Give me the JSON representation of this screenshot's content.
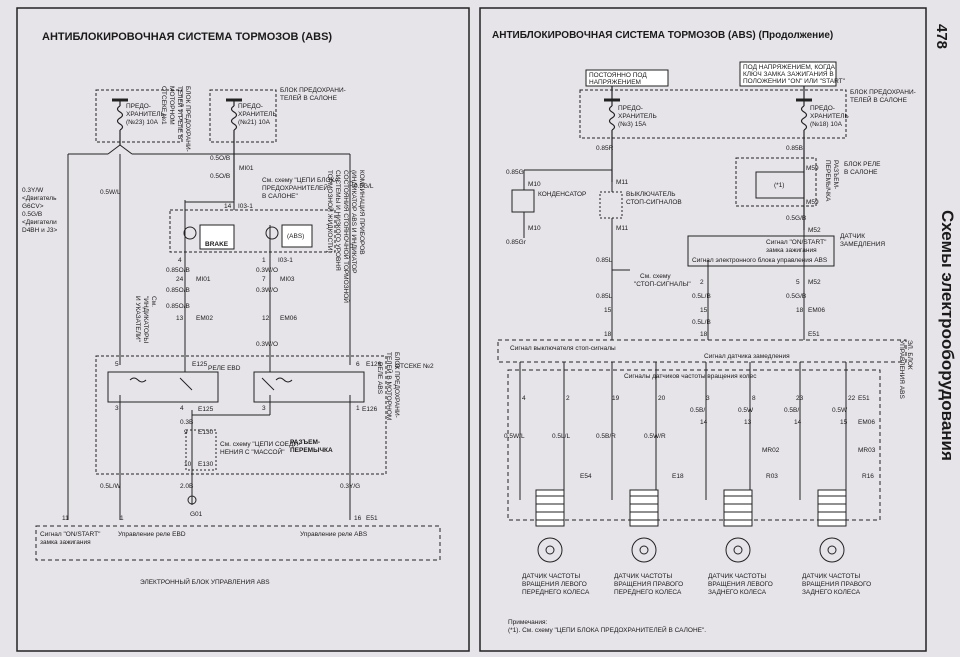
{
  "page_number": "478",
  "side_title": "Схемы электрооборудования",
  "left": {
    "title": "АНТИБЛОКИРОВОЧНАЯ СИСТЕМА ТОРМОЗОВ (ABS)",
    "fuse_box_engine": [
      "БЛОК ПРЕДОХРАНИ-",
      "ТЕЛЕЙ И РЕЛЕ В",
      "МОТОРНОМ",
      "ОТСЕКЕ №1"
    ],
    "fuse_box_cabin": [
      "БЛОК ПРЕДОХРАНИ-",
      "ТЕЛЕЙ В САЛОНЕ"
    ],
    "fuse23": [
      "ПРЕДО-",
      "ХРАНИТЕЛЬ",
      "(№23) 10А"
    ],
    "fuse21": [
      "ПРЕДО-",
      "ХРАНИТЕЛЬ",
      "(№21) 10А"
    ],
    "engine_note": [
      "0.3Y/W",
      "<Двигатель",
      "G6CV>",
      "0.5G/B",
      "<Двигатели",
      "D4BH и J3>"
    ],
    "wire_05WL": "0.5W/L",
    "wire_05GL": "0.5G/L",
    "wire_05OB_1": "0.5O/B",
    "wire_05OB_2": "0.5O/B",
    "conn_M101": "MI01",
    "see_scheme_fuse": [
      "См. схему \"ЦЕПИ БЛОКА",
      "ПРЕДОХРАНИТЕЛЕЙ",
      "В САЛОНЕ\""
    ],
    "conn_I03_1": "I03-1",
    "pin14": "14",
    "pin4": "4",
    "pin1": "1",
    "brake_label": "BRAKE",
    "abs_label": "(ABS)",
    "cluster_label": [
      "КОМБИНАЦИЯ ПРИБОРОВ",
      "(ИНДИКАТОР ABS И ИНДИКАТОР",
      "СОСТОЯНИЯ СТОЯНОЧНОЙ ТОРМОЗНОЙ",
      "СИСТЕМЫ И НИЗКОГО УРОВНЯ",
      "ТОРМОЗНОЙ ЖИДКОСТИ)"
    ],
    "w085OB": "0.85O/B",
    "w03WO": "0.3W/O",
    "pin24": "24",
    "pin7": "7",
    "conn_M101b": "MI01",
    "conn_M103": "MI03",
    "see_indicators": [
      "См.",
      "\"ИНДИКАТОРЫ",
      "И УКАЗАТЕЛИ\""
    ],
    "w085OB_2": "0.85O/B",
    "pin13": "13",
    "pin12": "12",
    "conn_EM02": "EM02",
    "conn_EM06": "EM06",
    "w085OB_3": "0.85O/B",
    "w03WO_2": "0.3W/O",
    "w03WO_3": "0.3W/O",
    "fuse_box2": [
      "БЛОК ПРЕДОХРАНИ-",
      "ТЕЛЕЙ В МОТОРНОМ",
      "ОТСЕКЕ №2"
    ],
    "relay_ebd": "РЕЛЕ EBD",
    "relay_abs": "РЕЛЕ ABS",
    "E125": "E125",
    "E126": "E126",
    "pin5": "5",
    "pin6": "6",
    "pin3": "3",
    "pin4b": "4",
    "pin3b": "3",
    "pin1b": "1",
    "E125b": "E125",
    "E126b": "E126",
    "w03B": "0.3B",
    "pin9": "9",
    "pin10": "10",
    "E130": "E130",
    "E130b": "E130",
    "see_ground": [
      "См. схему \"ЦЕПИ СОЕДИ-",
      "НЕНИЯ С \"МАССОЙ\""
    ],
    "jumper": [
      "РАЗЪЕМ-",
      "ПЕРЕМЫЧКА"
    ],
    "w20B": "2.0B",
    "G01": "G01",
    "w05LW": "0.5L/W",
    "w03YG": "0.3Y/G",
    "pin11": "11",
    "pin16": "16",
    "E51": "E51",
    "signal_on_start": [
      "Сигнал \"ON/START\"",
      "замка зажигания"
    ],
    "ebd_relay_ctrl": "Управление реле EBD",
    "abs_relay_ctrl": "Управление реле ABS",
    "ecu": "ЭЛЕКТРОННЫЙ БЛОК УПРАВЛЕНИЯ ABS"
  },
  "right": {
    "title": "АНТИБЛОКИРОВОЧНАЯ СИСТЕМА ТОРМОЗОВ (ABS) (Продолжение)",
    "always_on": [
      "ПОСТОЯННО ПОД",
      "НАПРЯЖЕНИЕМ"
    ],
    "ign_on": [
      "ПОД НАПРЯЖЕНИЕМ, КОГДА",
      "КЛЮЧ ЗАМКА ЗАЖИГАНИЯ В",
      "ПОЛОЖЕНИИ \"ON\" ИЛИ \"START\""
    ],
    "fuse_box_cabin": [
      "БЛОК ПРЕДОХРАНИ-",
      "ТЕЛЕЙ В САЛОНЕ"
    ],
    "fuse3": [
      "ПРЕДО-",
      "ХРАНИТЕЛЬ",
      "(№3) 15А"
    ],
    "fuse18": [
      "ПРЕДО-",
      "ХРАНИТЕЛЬ",
      "(№18) 10А"
    ],
    "w085R": "0.85R",
    "w085G": "0.85G",
    "w085B": "0.85B",
    "relay_box": [
      "БЛОК РЕЛЕ",
      "В САЛОНЕ"
    ],
    "jumper_rel": [
      "РАЗЪЕМ-",
      "ПЕРЕМЫЧКА"
    ],
    "star1": "(*1)",
    "M10": "M10",
    "M10b": "M10",
    "M11": "M11",
    "M11b": "M11",
    "M59": "M59",
    "M59b": "M59",
    "M52": "M52",
    "M52b": "M52",
    "condenser": "КОНДЕНСАТОР",
    "stop_switch": [
      "ВЫКЛЮЧАТЕЛЬ",
      "СТОП-СИГНАЛОВ"
    ],
    "w085Gr": "0.85Gr",
    "w05GB": "0.5G/B",
    "decel_sensor": [
      "ДАТЧИК",
      "ЗАМЕДЛЕНИЯ"
    ],
    "signal_on_start": [
      "Сигнал \"ON/START\"",
      "замка зажигания"
    ],
    "signal_ecu": "Сигнал электронного блока управления ABS",
    "w085L": "0.85L",
    "see_stop": [
      "См. схему",
      "\"СТОП-СИГНАЛЫ\""
    ],
    "w085L2": "0.85L",
    "w05LB": "0.5L/B",
    "w05LB2": "0.5L/B",
    "w05GB2": "0.5G/B",
    "pin2": "2",
    "pin5": "5",
    "pin15": "15",
    "pin15b": "15",
    "pin18": "18",
    "pin18b": "18",
    "EM06": "EM06",
    "EM06b": "EM06",
    "E51": "E51",
    "signal_stop_sw": "Сигнал выключателя стоп-сигналы",
    "signal_decel": "Сигнал датчика замедления",
    "ecu_vert": [
      "ЭЛ. БЛОК",
      "УПРАВЛЕНИЯ ABS"
    ],
    "signal_wheel": "Сигналы датчиков частоты вращения колес",
    "wheel_pins_top": [
      "4",
      "2",
      "19",
      "20",
      "3",
      "8",
      "23",
      "22"
    ],
    "wheel_wires": [
      "0.5W/L",
      "0.5L/L",
      "0.5B/R",
      "0.5W/R",
      "0.5B/",
      "0.5W",
      "0.5B/",
      "0.5W"
    ],
    "wheel_pins_mid": [
      "14",
      "13",
      "14",
      "15"
    ],
    "EM06_mid": "EM06",
    "MR02": "MR02",
    "MR03": "MR03",
    "E54": "E54",
    "E18": "E18",
    "R03": "R03",
    "R16": "R16",
    "E51b": "E51",
    "sensors": [
      [
        "ДАТЧИК ЧАСТОТЫ",
        "ВРАЩЕНИЯ ЛЕВОГО",
        "ПЕРЕДНЕГО КОЛЕСА"
      ],
      [
        "ДАТЧИК ЧАСТОТЫ",
        "ВРАЩЕНИЯ ПРАВОГО",
        "ПЕРЕДНЕГО КОЛЕСА"
      ],
      [
        "ДАТЧИК ЧАСТОТЫ",
        "ВРАЩЕНИЯ ЛЕВОГО",
        "ЗАДНЕГО КОЛЕСА"
      ],
      [
        "ДАТЧИК ЧАСТОТЫ",
        "ВРАЩЕНИЯ ПРАВОГО",
        "ЗАДНЕГО КОЛЕСА"
      ]
    ],
    "notes_title": "Примечания:",
    "note1": "(*1). См. схему \"ЦЕПИ БЛОКА ПРЕДОХРАНИТЕЛЕЙ В САЛОНЕ\"."
  }
}
